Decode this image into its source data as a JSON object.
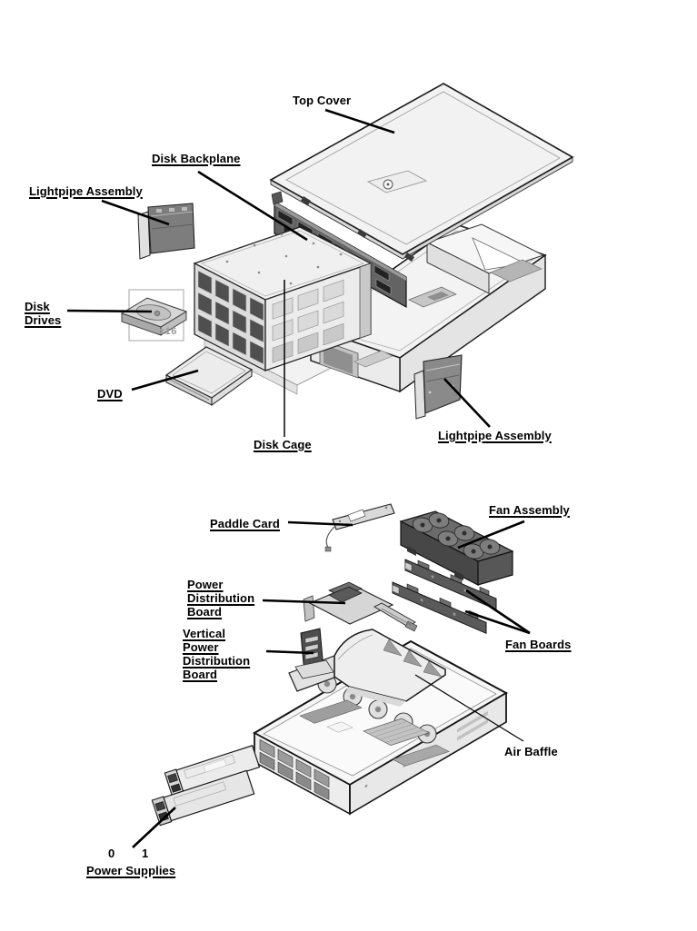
{
  "figure": {
    "background": "#ffffff",
    "label_color": "#000000",
    "muted_color": "#9a9a9a",
    "colors": {
      "outline": "#1a1a1a",
      "part_light": "#f0f0f0",
      "part_mid": "#c9c9c9",
      "part_dark": "#5a5a5a"
    }
  },
  "top_diagram": {
    "labels": {
      "top_cover": "Top Cover",
      "disk_backplane": "Disk Backplane",
      "lightpipe_assembly_left": "Lightpipe Assembly",
      "disk_drives": "Disk Drives",
      "disk_drives_quantity": "x16",
      "dvd": "DVD",
      "disk_cage": "Disk Cage",
      "lightpipe_assembly_right": "Lightpipe Assembly"
    }
  },
  "bottom_diagram": {
    "labels": {
      "paddle_card": "Paddle Card",
      "fan_assembly": "Fan Assembly",
      "power_distribution_board": "Power Distribution Board",
      "vertical_power_distribution_board": "Vertical Power Distribution Board",
      "fan_boards": "Fan Boards",
      "air_baffle": "Air Baffle",
      "power_supply_slot_0": "0",
      "power_supply_slot_1": "1",
      "power_supplies": "Power Supplies"
    }
  }
}
